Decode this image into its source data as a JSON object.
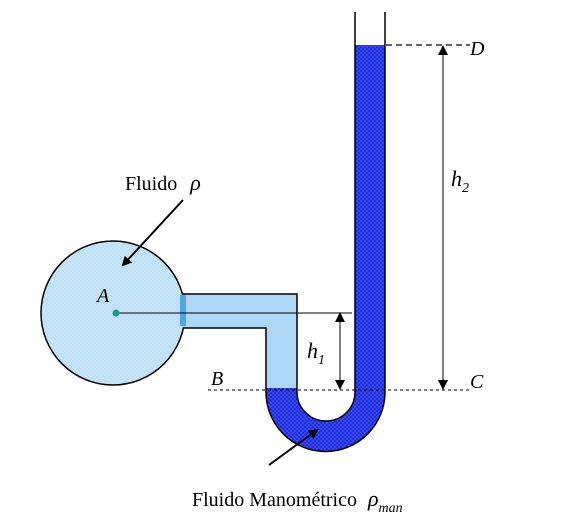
{
  "labels": {
    "fluid_top": "Fluido",
    "rho": "ρ",
    "fluid_bottom": "Fluido  Manométrico",
    "rho_man_sub": "man",
    "point_a": "A",
    "point_b": "B",
    "point_c": "C",
    "point_d": "D",
    "h1": "h",
    "h1_sub": "1",
    "h2": "h",
    "h2_sub": "2"
  },
  "colors": {
    "vessel_fluid": "#c6e4f7",
    "pipe_fluid": "#aed6f5",
    "manometer_fluid": "#1f2fe0",
    "outline": "#000000",
    "center_dot": "#1a9a8a"
  }
}
